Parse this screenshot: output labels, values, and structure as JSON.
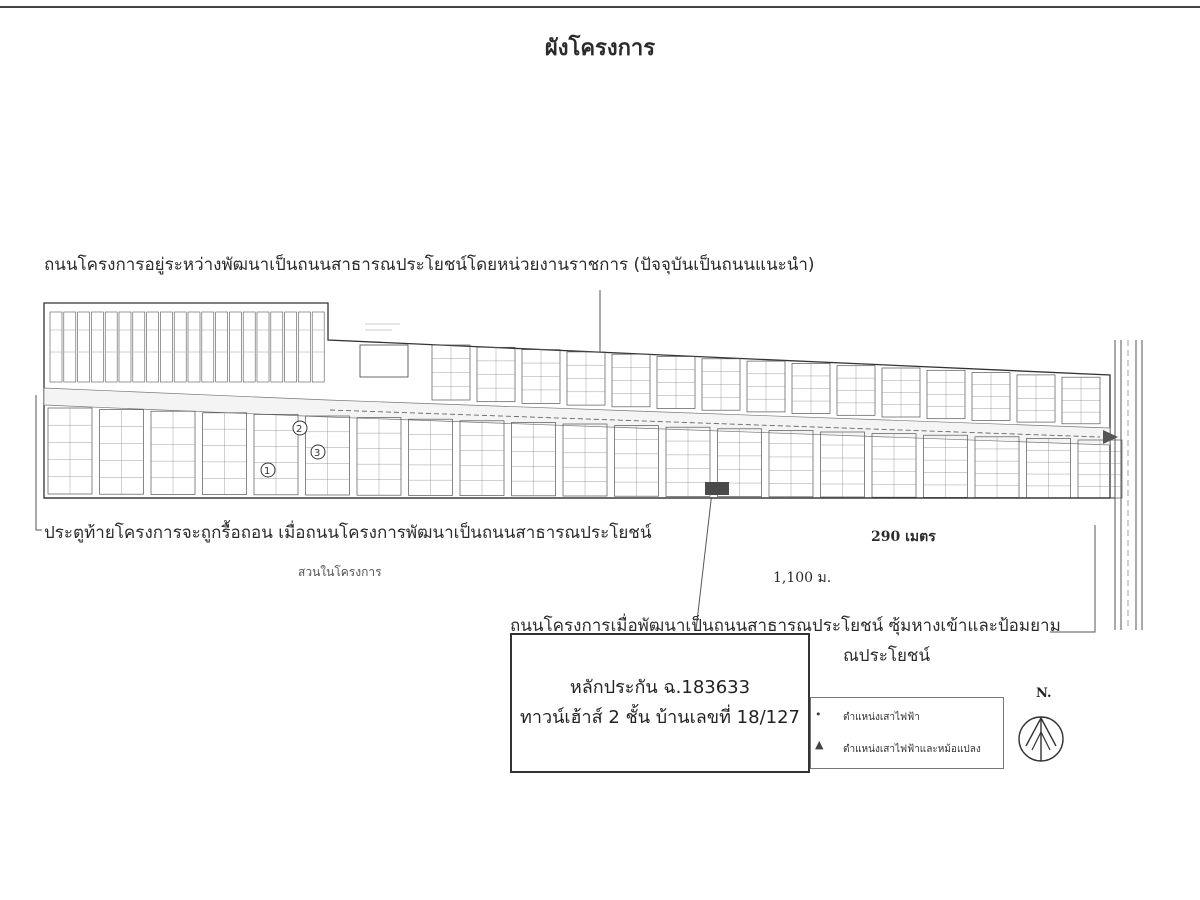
{
  "title": "ผังโครงการ",
  "labels": {
    "top_road": "ถนนโครงการอยู่ระหว่างพัฒนาเป็นถนนสาธารณประโยชน์โดยหน่วยงานราชการ (ปัจจุบันเป็นถนนแนะนำ)",
    "rear_gate": "ประตูท้ายโครงการจะถูกรื้อถอน เมื่อถนนโครงการพัฒนาเป็นถนนสาธารณประโยชน์",
    "park": "สวนในโครงการ",
    "distance": "1,100 ม.",
    "road_width": "290 เมตร",
    "bottom_road_line1": "ถนนโครงการเมื่อพัฒนาเป็นถนนสาธารณประโยชน์ ซุ้มหางเข้าและป้อมยาม",
    "bottom_road_line2": "ณประโยชน์"
  },
  "plot_markers": [
    "1",
    "2",
    "3"
  ],
  "collateral": {
    "line1": "หลักประกัน ฉ.183633",
    "line2": "ทาวน์เฮ้าส์ 2 ชั้น บ้านเลขที่ 18/127"
  },
  "legend": {
    "item1": "ตำแหน่งเสาไฟฟ้า",
    "item2": "ตำแหน่งเสาไฟฟ้าและหม้อแปลง"
  },
  "north_label": "N."
}
